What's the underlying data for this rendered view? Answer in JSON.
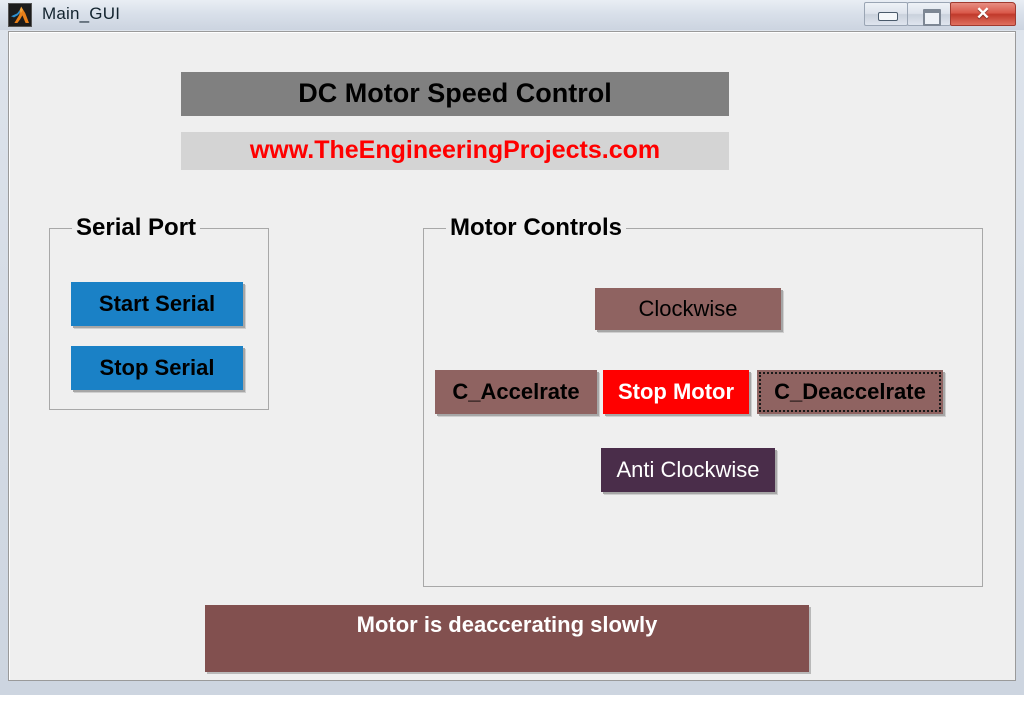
{
  "window": {
    "title": "Main_GUI",
    "app_icon": "matlab-logo-icon",
    "controls": {
      "minimize": "minimize-icon",
      "maximize": "maximize-icon",
      "close_glyph": "✕"
    }
  },
  "banners": {
    "title": "DC Motor Speed Control",
    "title_bg": "#808080",
    "url": "www.TheEngineeringProjects.com",
    "url_color": "#ff0000",
    "url_bg": "#d4d4d4"
  },
  "panels": {
    "serial": {
      "title": "Serial Port",
      "buttons": [
        {
          "label": "Start Serial",
          "color": "#1a81c6",
          "text_color": "#000000"
        },
        {
          "label": "Stop Serial",
          "color": "#1a81c6",
          "text_color": "#000000"
        }
      ]
    },
    "motor": {
      "title": "Motor Controls",
      "buttons": [
        {
          "label": "Clockwise",
          "color": "#8f6361",
          "text_color": "#000000"
        },
        {
          "label": "C_Accelrate",
          "color": "#8f6361",
          "text_color": "#000000"
        },
        {
          "label": "Stop Motor",
          "color": "#ff0000",
          "text_color": "#ffffff"
        },
        {
          "label": "C_Deaccelrate",
          "color": "#8f6361",
          "text_color": "#000000",
          "focused": true
        },
        {
          "label": "Anti Clockwise",
          "color": "#4a2d4a",
          "text_color": "#ffffff"
        }
      ]
    }
  },
  "status": {
    "message": "Motor is deaccerating slowly",
    "bg": "#82504f",
    "text_color": "#ffffff"
  }
}
